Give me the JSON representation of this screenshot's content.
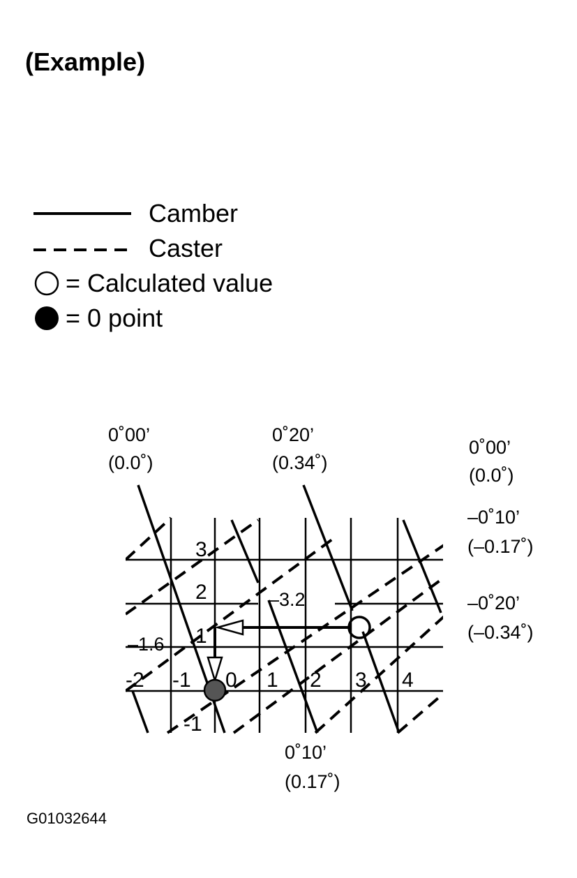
{
  "title": "(Example)",
  "legend": {
    "camber": "Camber",
    "caster": "Caster",
    "calculated": "= Calculated value",
    "zero": "= 0 point"
  },
  "diagram": {
    "labels": {
      "top_left_a": "0˚00’",
      "top_left_b": "(0.0˚)",
      "top_mid_a": "0˚20’",
      "top_mid_b": "(0.34˚)",
      "right_1a": "0˚00’",
      "right_1b": "(0.0˚)",
      "right_2a": "–0˚10’",
      "right_2b": "(–0.17˚)",
      "right_3a": "–0˚20’",
      "right_3b": "(–0.34˚)",
      "bottom_a": "0˚10’",
      "bottom_b": "(0.17˚)",
      "value_h": "–3.2",
      "value_v": "–1.6"
    },
    "x_ticks": [
      "-2",
      "-1",
      "0",
      "1",
      "2",
      "3",
      "4"
    ],
    "y_ticks": [
      "3",
      "2",
      "1",
      "-1"
    ]
  },
  "figure_id": "G01032644"
}
